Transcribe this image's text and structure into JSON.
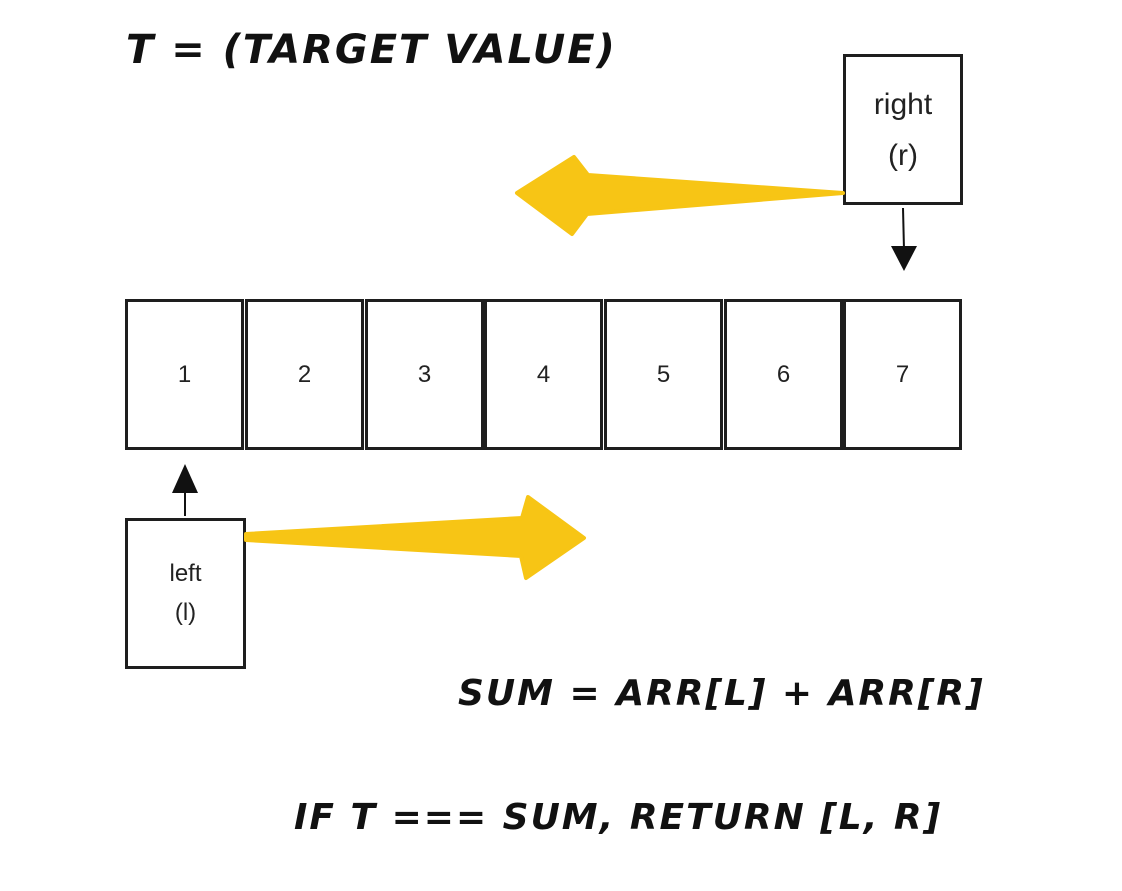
{
  "title": "T = (TARGET VALUE)",
  "array_cells": [
    "1",
    "2",
    "3",
    "4",
    "5",
    "6",
    "7"
  ],
  "right_pointer": {
    "label": "right",
    "short": "(r)"
  },
  "left_pointer": {
    "label": "left",
    "short": "(l)"
  },
  "sum_formula": "SUM = ARR[L] + ARR[R]",
  "condition": "IF T === SUM, RETURN [L, R]",
  "colors": {
    "arrow_yellow": "#f7c515",
    "stroke": "#1e1e1e",
    "text": "#111111"
  },
  "icons": {
    "right_move": "arrow-left-icon",
    "left_move": "arrow-right-icon",
    "right_points_down": "arrow-down-icon",
    "left_points_up": "arrow-up-icon"
  }
}
